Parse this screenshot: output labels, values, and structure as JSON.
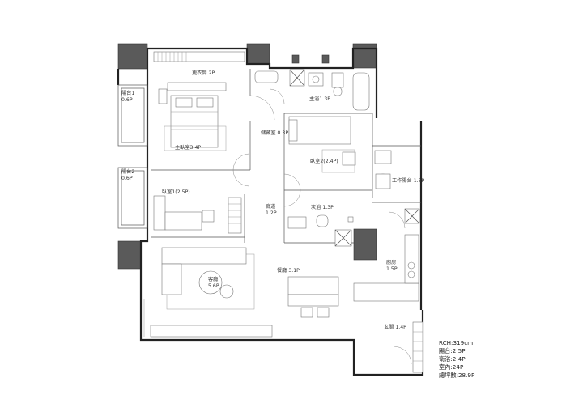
{
  "rooms": {
    "walkin_closet": "更衣間 2P",
    "master_bedroom": "主臥室3.4P",
    "balcony_1_name": "陽台1",
    "balcony_1_area": "0.6P",
    "balcony_2_name": "陽台2",
    "balcony_2_area": "0.6P",
    "master_bath": "主浴1.3P",
    "storage": "儲藏室 0.3P",
    "bedroom_2": "臥室2(2.4P)",
    "utility_balcony": "工作陽台 1.3P",
    "bedroom_1": "臥室1(2.5P)",
    "corridor_name": "廊道",
    "corridor_area": "1.2P",
    "second_bath": "次浴 1.3P",
    "kitchen_name": "廚房",
    "kitchen_area": "1.5P",
    "dining": "餐廳 3.1P",
    "living_name": "客廳",
    "living_area": "5.6P",
    "entrance": "玄關 1.4P"
  },
  "stats": {
    "ceiling_height": "RCH:319cm",
    "balcony": "陽台:2.5P",
    "bathroom": "衛浴:2.4P",
    "indoor": "室內:24P",
    "total": "總坪數:28.9P"
  }
}
